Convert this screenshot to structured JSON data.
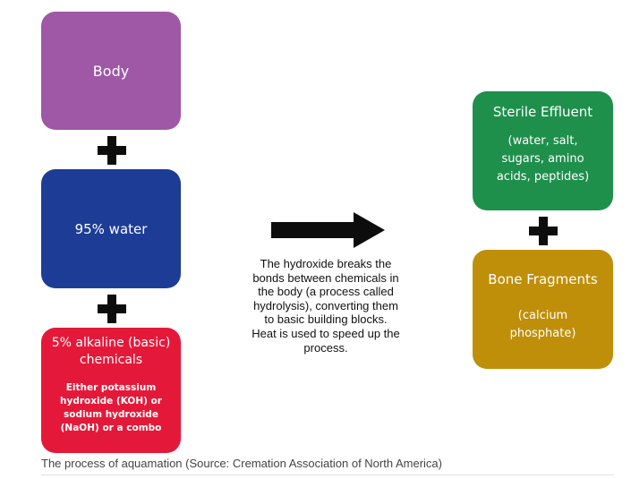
{
  "inputs": {
    "body": {
      "label": "Body",
      "color": "#9e58a5"
    },
    "water": {
      "label": "95% water",
      "color": "#1d3c96"
    },
    "alkaline": {
      "label": "5% alkaline (basic) chemicals",
      "detail": "Either potassium hydroxide (KOH) or sodium hydroxide (NaOH) or a combo",
      "color": "#e4193a"
    }
  },
  "process": {
    "description": "The hydroxide breaks the bonds between chemicals in the body (a process called hydrolysis), converting them to basic building blocks. Heat is used to speed up the process."
  },
  "outputs": {
    "sterile": {
      "label": "Sterile Effluent",
      "detail": "(water, salt, sugars, amino acids, peptides)",
      "color": "#1f8f4c"
    },
    "bone": {
      "label": "Bone Fragments",
      "detail": "(calcium phosphate)",
      "color": "#bf8f09"
    }
  },
  "icons": {
    "plus": "plus-icon",
    "arrow": "right-arrow-icon"
  },
  "caption": "The process of aquamation (Source: Cremation Association of North America)"
}
